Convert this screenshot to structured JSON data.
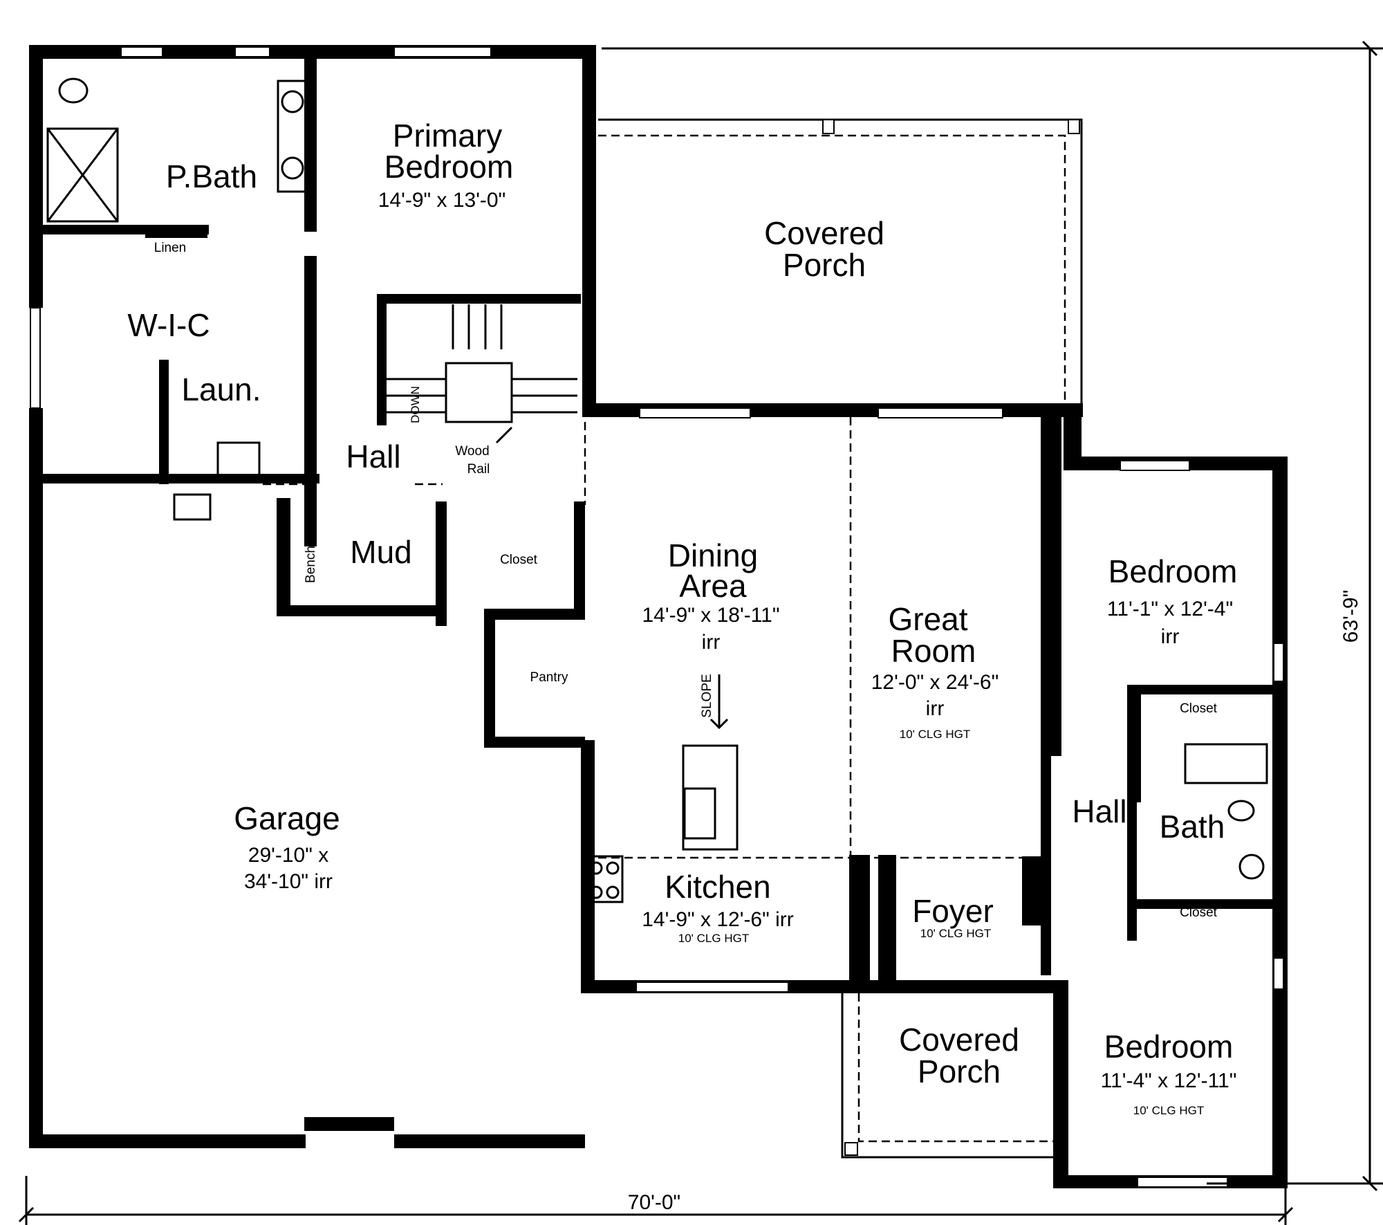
{
  "plan": {
    "overall_width": "70'-0\"",
    "overall_depth": "63'-9\"",
    "rooms": {
      "primary_bedroom": {
        "name1": "Primary",
        "name2": "Bedroom",
        "size": "14'-9\" x 13'-0\""
      },
      "p_bath": {
        "name": "P.Bath"
      },
      "linen": {
        "name": "Linen"
      },
      "wic": {
        "name": "W-I-C"
      },
      "laundry": {
        "name": "Laun."
      },
      "hall_main": {
        "name": "Hall"
      },
      "stairs": {
        "down": "DOWN",
        "rail1": "Wood",
        "rail2": "Rail"
      },
      "covered_porch_rear": {
        "name1": "Covered",
        "name2": "Porch"
      },
      "mud": {
        "name": "Mud",
        "bench": "Bench",
        "closet": "Closet"
      },
      "dining": {
        "name1": "Dining",
        "name2": "Area",
        "size": "14'-9\" x 18'-11\"",
        "note": "irr",
        "slope": "SLOPE"
      },
      "pantry": {
        "name": "Pantry"
      },
      "great_room": {
        "name1": "Great",
        "name2": "Room",
        "size": "12'-0\" x 24'-6\"",
        "note": "irr",
        "ceiling": "10' CLG HGT"
      },
      "bedroom_2": {
        "name": "Bedroom",
        "size": "11'-1\" x 12'-4\"",
        "note": "irr",
        "closet": "Closet"
      },
      "hall_bed": {
        "name": "Hall"
      },
      "bath": {
        "name": "Bath",
        "closet": "Closet"
      },
      "foyer": {
        "name": "Foyer",
        "ceiling": "10' CLG HGT",
        "closet": "Closet"
      },
      "garage": {
        "name": "Garage",
        "size1": "29'-10\" x",
        "size2": "34'-10\" irr"
      },
      "kitchen": {
        "name": "Kitchen",
        "size": "14'-9\" x 12'-6\" irr",
        "ceiling": "10' CLG HGT"
      },
      "covered_porch_front": {
        "name1": "Covered",
        "name2": "Porch"
      },
      "bedroom_3": {
        "name": "Bedroom",
        "size": "11'-4\" x 12'-11\"",
        "ceiling": "10' CLG HGT"
      }
    }
  }
}
